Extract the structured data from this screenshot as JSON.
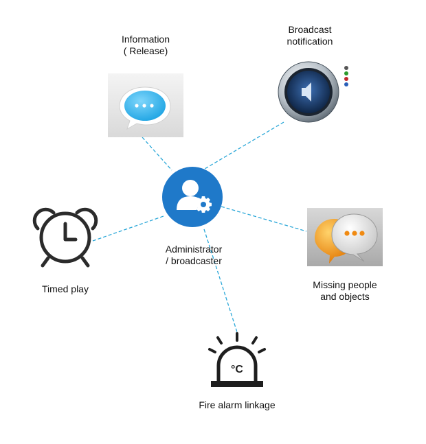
{
  "diagram": {
    "center": {
      "label_line1": "Administrator",
      "label_line2": "/ broadcaster",
      "icon": "user-gear-icon"
    },
    "nodes": [
      {
        "id": "information",
        "label_line1": "Information",
        "label_line2": "( Release)",
        "icon": "chat-bubble-icon"
      },
      {
        "id": "broadcast",
        "label_line1": "Broadcast",
        "label_line2": "notification",
        "icon": "speaker-icon"
      },
      {
        "id": "timed",
        "label_line1": "Timed play",
        "label_line2": "",
        "icon": "alarm-clock-icon"
      },
      {
        "id": "missing",
        "label_line1": "Missing people",
        "label_line2": "and objects",
        "icon": "chat-bubbles-icon"
      },
      {
        "id": "fire",
        "label_line1": "Fire alarm linkage",
        "label_line2": "",
        "icon": "siren-icon"
      }
    ],
    "fire_icon_text": "°C",
    "colors": {
      "accent_blue": "#1f79c9",
      "connector": "#2aa7d8",
      "chat_blue": "#2fb6ef",
      "chat_orange": "#f08a12"
    }
  }
}
